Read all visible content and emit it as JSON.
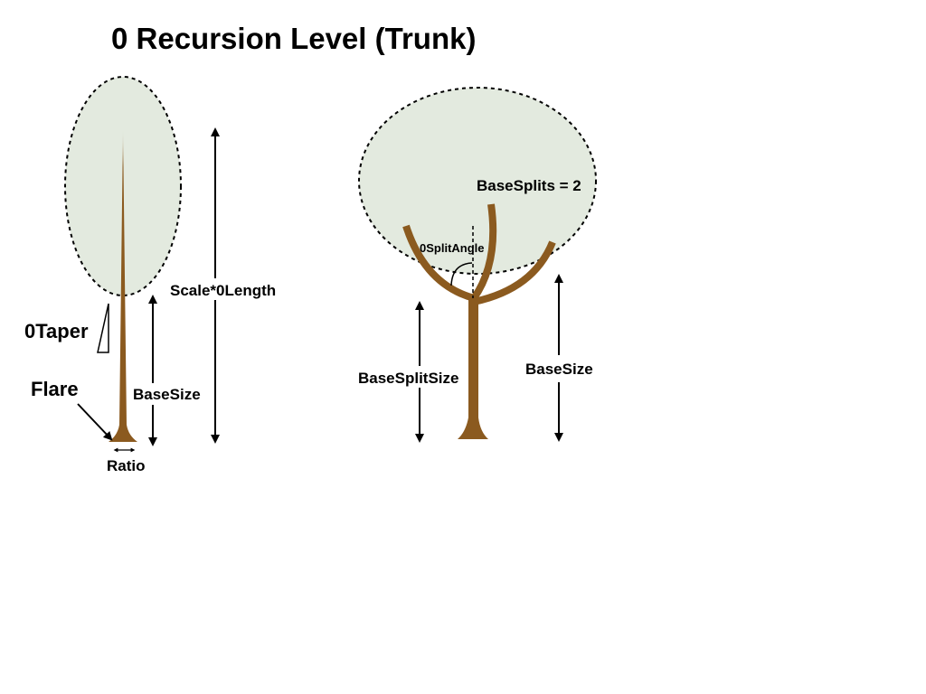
{
  "title": "0 Recursion Level (Trunk)",
  "colors": {
    "trunk": "#8B5A1F",
    "canopy_fill": "#E3EADF",
    "line": "#000000"
  },
  "left_tree": {
    "labels": {
      "scale_length": "Scale*0Length",
      "base_size": "BaseSize",
      "taper": "0Taper",
      "flare": "Flare",
      "ratio": "Ratio"
    }
  },
  "right_tree": {
    "labels": {
      "base_splits": "BaseSplits = 2",
      "split_angle": "0SplitAngle",
      "base_split_size": "BaseSplitSize",
      "base_size": "BaseSize"
    }
  }
}
